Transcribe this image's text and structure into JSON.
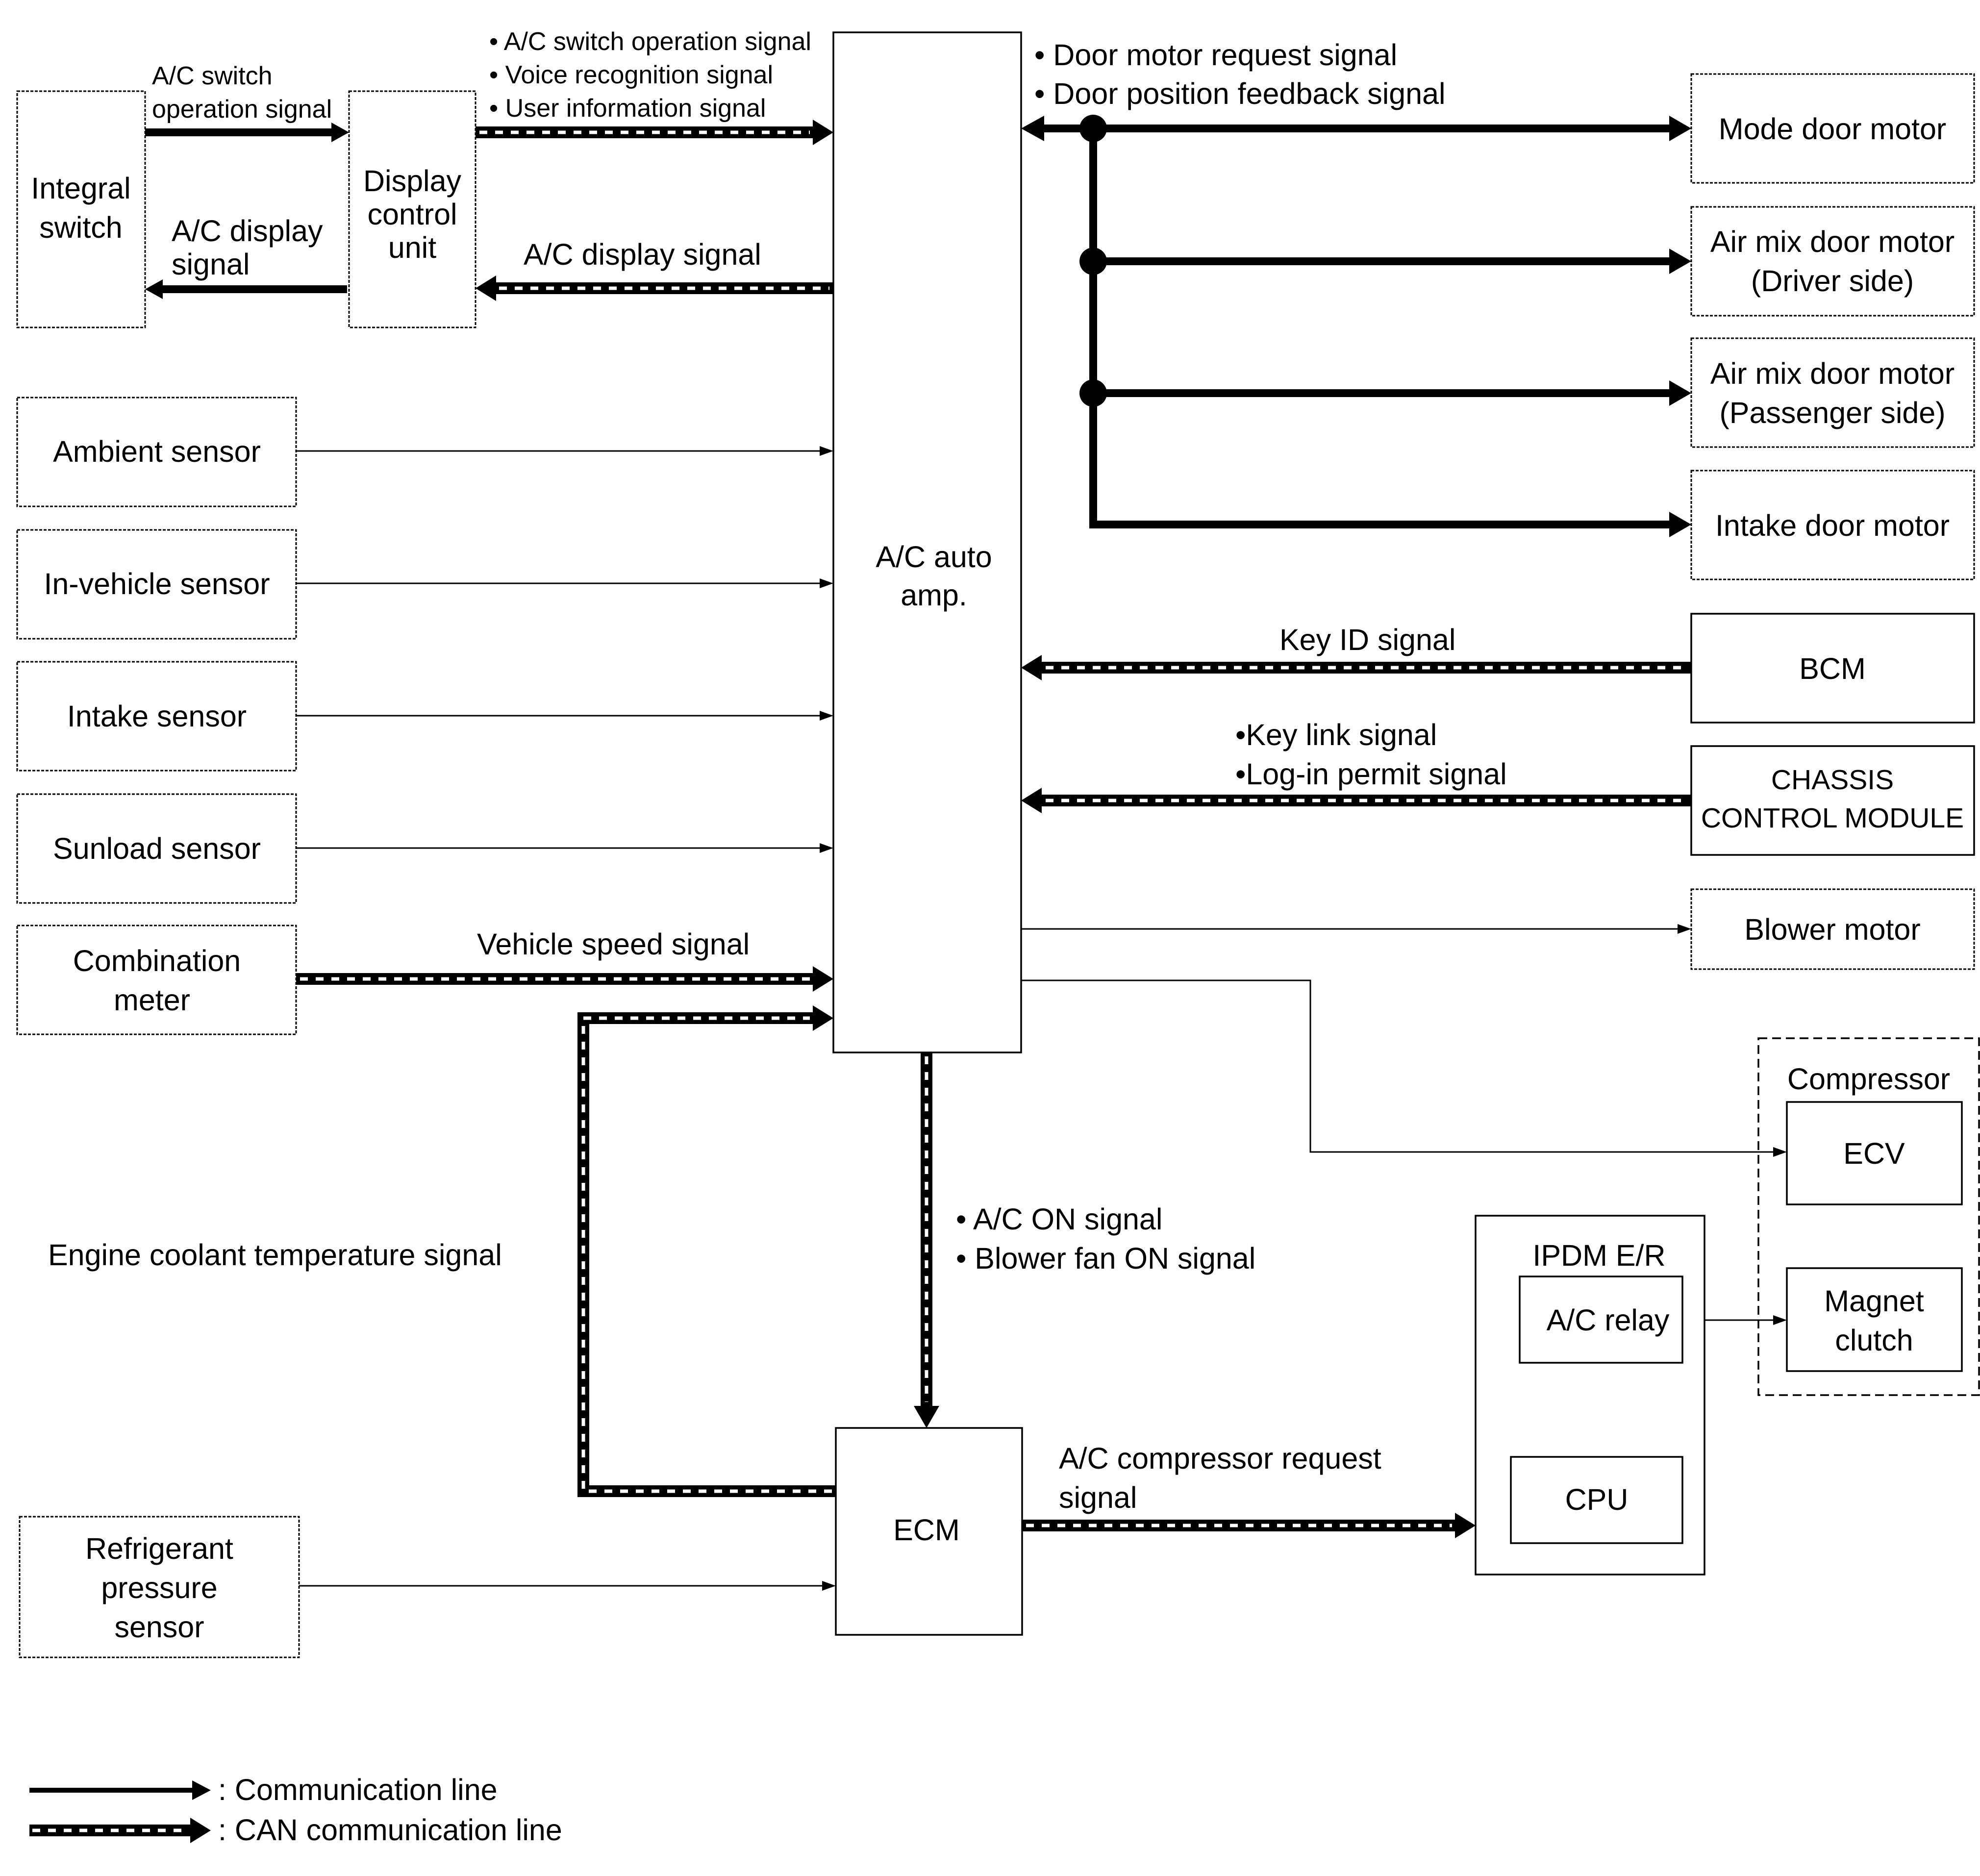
{
  "blocks": {
    "integral_switch": [
      "Integral",
      "switch"
    ],
    "display_control_unit": [
      "Display",
      "control",
      "unit"
    ],
    "ac_auto_amp": [
      "A/C auto",
      "amp."
    ],
    "ambient_sensor": "Ambient sensor",
    "in_vehicle_sensor": "In-vehicle sensor",
    "intake_sensor": "Intake sensor",
    "sunload_sensor": "Sunload sensor",
    "combination_meter": [
      "Combination",
      "meter"
    ],
    "refrigerant_pressure_sensor": [
      "Refrigerant",
      "pressure",
      "sensor"
    ],
    "ecm": "ECM",
    "mode_door_motor": "Mode door motor",
    "air_mix_driver": [
      "Air mix door motor",
      "(Driver side)"
    ],
    "air_mix_passenger": [
      "Air mix door motor",
      "(Passenger side)"
    ],
    "intake_door_motor": "Intake door motor",
    "bcm": "BCM",
    "chassis_control_module": [
      "CHASSIS",
      "CONTROL MODULE"
    ],
    "blower_motor": "Blower motor",
    "compressor": "Compressor",
    "ecv": "ECV",
    "magnet_clutch": [
      "Magnet",
      "clutch"
    ],
    "ipdm": "IPDM E/R",
    "ac_relay": "A/C relay",
    "cpu": "CPU"
  },
  "signals": {
    "switch_to_dcu": [
      "A/C switch",
      "operation signal"
    ],
    "dcu_to_switch": [
      "A/C display",
      "signal"
    ],
    "dcu_to_amp": [
      "• A/C switch operation signal",
      "• Voice recognition signal",
      "• User information signal"
    ],
    "amp_to_dcu": "A/C display signal",
    "door_motor": [
      "• Door motor request signal",
      "• Door position feedback signal"
    ],
    "key_id": "Key ID signal",
    "chassis": [
      "•Key link signal",
      "•Log-in permit signal"
    ],
    "vehicle_speed": "Vehicle speed signal",
    "engine_coolant": "Engine coolant temperature signal",
    "ac_on": [
      "• A/C ON signal",
      "• Blower fan ON signal"
    ],
    "compressor_request": [
      "A/C compressor request",
      "signal"
    ]
  },
  "legend": {
    "communication_line": ": Communication line",
    "can_line": ": CAN communication line"
  }
}
